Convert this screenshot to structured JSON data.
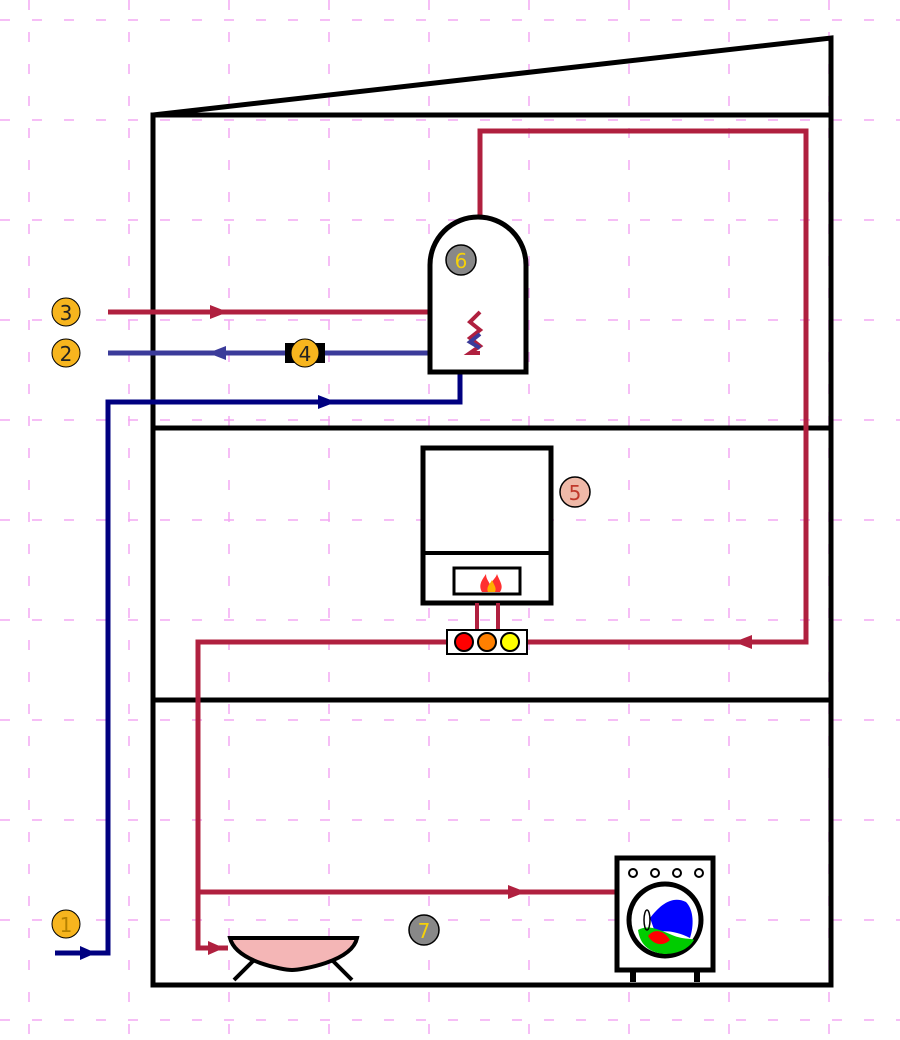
{
  "markers": {
    "m1": {
      "label": "1",
      "fill": "#f7b51e",
      "text_color": "#b58100"
    },
    "m2": {
      "label": "2",
      "fill": "#f7b51e",
      "text_color": "#222222"
    },
    "m3": {
      "label": "3",
      "fill": "#f7b51e",
      "text_color": "#222222"
    },
    "m4": {
      "label": "4",
      "fill": "#f7b51e",
      "text_color": "#222222"
    },
    "m5": {
      "label": "5",
      "fill": "#efb9a8",
      "text_color": "#c0392b"
    },
    "m6": {
      "label": "6",
      "fill": "#888888",
      "text_color": "#f5d10a"
    },
    "m7": {
      "label": "7",
      "fill": "#888888",
      "text_color": "#f5d10a"
    }
  },
  "colors": {
    "hot_pipe": "#b0203f",
    "cold_pipe": "#000080",
    "return_pipe": "#3b3b9a",
    "walls": "#000000",
    "grid": "#f3a9f3",
    "tub": "#f4b6b6",
    "valve_red": "#ff0000",
    "valve_orange": "#ff8000",
    "valve_yellow": "#ffff00",
    "laundry_blue": "#0000ff",
    "laundry_red": "#ff0000",
    "laundry_green": "#00cc00"
  }
}
